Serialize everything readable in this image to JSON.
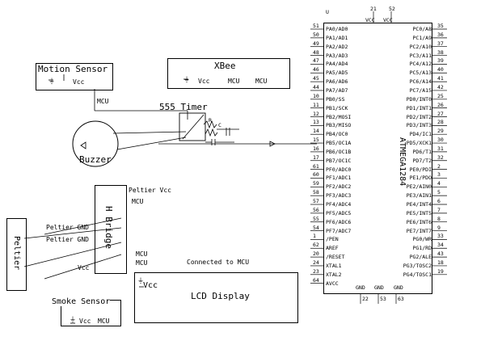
{
  "motion_sensor": {
    "title": "Motion Sensor",
    "vcc": "Vcc",
    "mcu": "MCU"
  },
  "xbee": {
    "title": "XBee",
    "vcc": "Vcc",
    "mcu1": "MCU",
    "mcu2": "MCU"
  },
  "timer": {
    "title": "555 Timer",
    "r": "R",
    "c": "C"
  },
  "buzzer": {
    "label": "Buzzer"
  },
  "hbridge": {
    "label": "H Bridge",
    "peltier_vcc": "Peltier Vcc",
    "mcu": "MCU",
    "vcc": "Vcc",
    "peltier_gnd1": "Peltier GND",
    "peltier_gnd2": "Peltier GND",
    "mcu_a": "MCU",
    "mcu_b": "MCU"
  },
  "peltier": {
    "label": "Peltier"
  },
  "lcd": {
    "label": "LCD Display",
    "vcc": "Vcc",
    "connected": "Connected to MCU"
  },
  "smoke": {
    "title": "Smoke Sensor",
    "vcc": "Vcc",
    "mcu": "MCU"
  },
  "mcu_chip": {
    "name": "ATMEGA1284",
    "ref": "U",
    "top_pins": [
      "21",
      "52"
    ],
    "top_labels": [
      "VCC",
      "VCC"
    ],
    "bottom_pins": [
      "22",
      "53",
      "63"
    ],
    "bottom_labels": [
      "GND",
      "GND",
      "GND"
    ],
    "left_pins": [
      {
        "num": "51",
        "name": "PA0/AD0"
      },
      {
        "num": "50",
        "name": "PA1/AD1"
      },
      {
        "num": "49",
        "name": "PA2/AD2"
      },
      {
        "num": "48",
        "name": "PA3/AD3"
      },
      {
        "num": "47",
        "name": "PA4/AD4"
      },
      {
        "num": "46",
        "name": "PA5/AD5"
      },
      {
        "num": "45",
        "name": "PA6/AD6"
      },
      {
        "num": "44",
        "name": "PA7/AD7"
      },
      {
        "num": "10",
        "name": "PB0/SS"
      },
      {
        "num": "11",
        "name": "PB1/SCK"
      },
      {
        "num": "12",
        "name": "PB2/MOSI"
      },
      {
        "num": "13",
        "name": "PB3/MISO"
      },
      {
        "num": "14",
        "name": "PB4/OC0"
      },
      {
        "num": "15",
        "name": "PB5/OC1A"
      },
      {
        "num": "16",
        "name": "PB6/OC1B"
      },
      {
        "num": "17",
        "name": "PB7/OC1C"
      },
      {
        "num": "61",
        "name": "PF0/ADC0"
      },
      {
        "num": "60",
        "name": "PF1/ADC1"
      },
      {
        "num": "59",
        "name": "PF2/ADC2"
      },
      {
        "num": "58",
        "name": "PF3/ADC3"
      },
      {
        "num": "57",
        "name": "PF4/ADC4"
      },
      {
        "num": "56",
        "name": "PF5/ADC5"
      },
      {
        "num": "55",
        "name": "PF6/ADC6"
      },
      {
        "num": "54",
        "name": "PF7/ADC7"
      },
      {
        "num": "1",
        "name": "/PEN"
      },
      {
        "num": "62",
        "name": "AREF"
      },
      {
        "num": "20",
        "name": "/RESET"
      },
      {
        "num": "24",
        "name": "XTAL1"
      },
      {
        "num": "23",
        "name": "XTAL2"
      },
      {
        "num": "64",
        "name": "AVCC"
      }
    ],
    "right_pins": [
      {
        "num": "35",
        "name": "PC0/A8"
      },
      {
        "num": "36",
        "name": "PC1/A9"
      },
      {
        "num": "37",
        "name": "PC2/A10"
      },
      {
        "num": "38",
        "name": "PC3/A11"
      },
      {
        "num": "39",
        "name": "PC4/A12"
      },
      {
        "num": "40",
        "name": "PC5/A13"
      },
      {
        "num": "41",
        "name": "PC6/A14"
      },
      {
        "num": "42",
        "name": "PC7/A15"
      },
      {
        "num": "25",
        "name": "PD0/INT0"
      },
      {
        "num": "26",
        "name": "PD1/INT1"
      },
      {
        "num": "27",
        "name": "PD2/INT2"
      },
      {
        "num": "28",
        "name": "PD3/INT3"
      },
      {
        "num": "29",
        "name": "PD4/IC1"
      },
      {
        "num": "30",
        "name": "PD5/XCK1"
      },
      {
        "num": "31",
        "name": "PD6/T1"
      },
      {
        "num": "32",
        "name": "PD7/T2"
      },
      {
        "num": "2",
        "name": "PE0/PDI"
      },
      {
        "num": "3",
        "name": "PE1/PDO"
      },
      {
        "num": "4",
        "name": "PE2/AIN0"
      },
      {
        "num": "5",
        "name": "PE3/AIN1"
      },
      {
        "num": "6",
        "name": "PE4/INT4"
      },
      {
        "num": "7",
        "name": "PE5/INT5"
      },
      {
        "num": "8",
        "name": "PE6/INT6"
      },
      {
        "num": "9",
        "name": "PE7/INT7"
      },
      {
        "num": "33",
        "name": "PG0/WR"
      },
      {
        "num": "34",
        "name": "PG1/RD"
      },
      {
        "num": "43",
        "name": "PG2/ALE"
      },
      {
        "num": "18",
        "name": "PG3/TOSC2"
      },
      {
        "num": "19",
        "name": "PG4/TOSC1"
      }
    ]
  }
}
